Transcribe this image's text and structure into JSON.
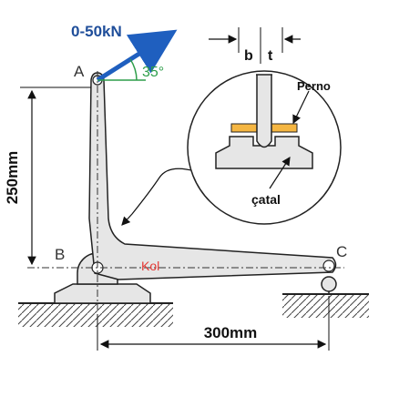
{
  "labels": {
    "force": "0-50kN",
    "point_a": "A",
    "point_b": "B",
    "point_c": "C",
    "angle": "35°",
    "height": "250mm",
    "length": "300mm",
    "arm": "Kol",
    "pin": "Perno",
    "fork": "çatal",
    "dim_b": "b",
    "dim_t": "t"
  },
  "colors": {
    "force_arrow": "#1f5fbf",
    "force_text": "#1f4e9a",
    "angle": "#2e9e4a",
    "arm_label": "#e53935",
    "pin": "#f5b642",
    "part_fill": "#e6e6e6",
    "outline": "#222222"
  }
}
